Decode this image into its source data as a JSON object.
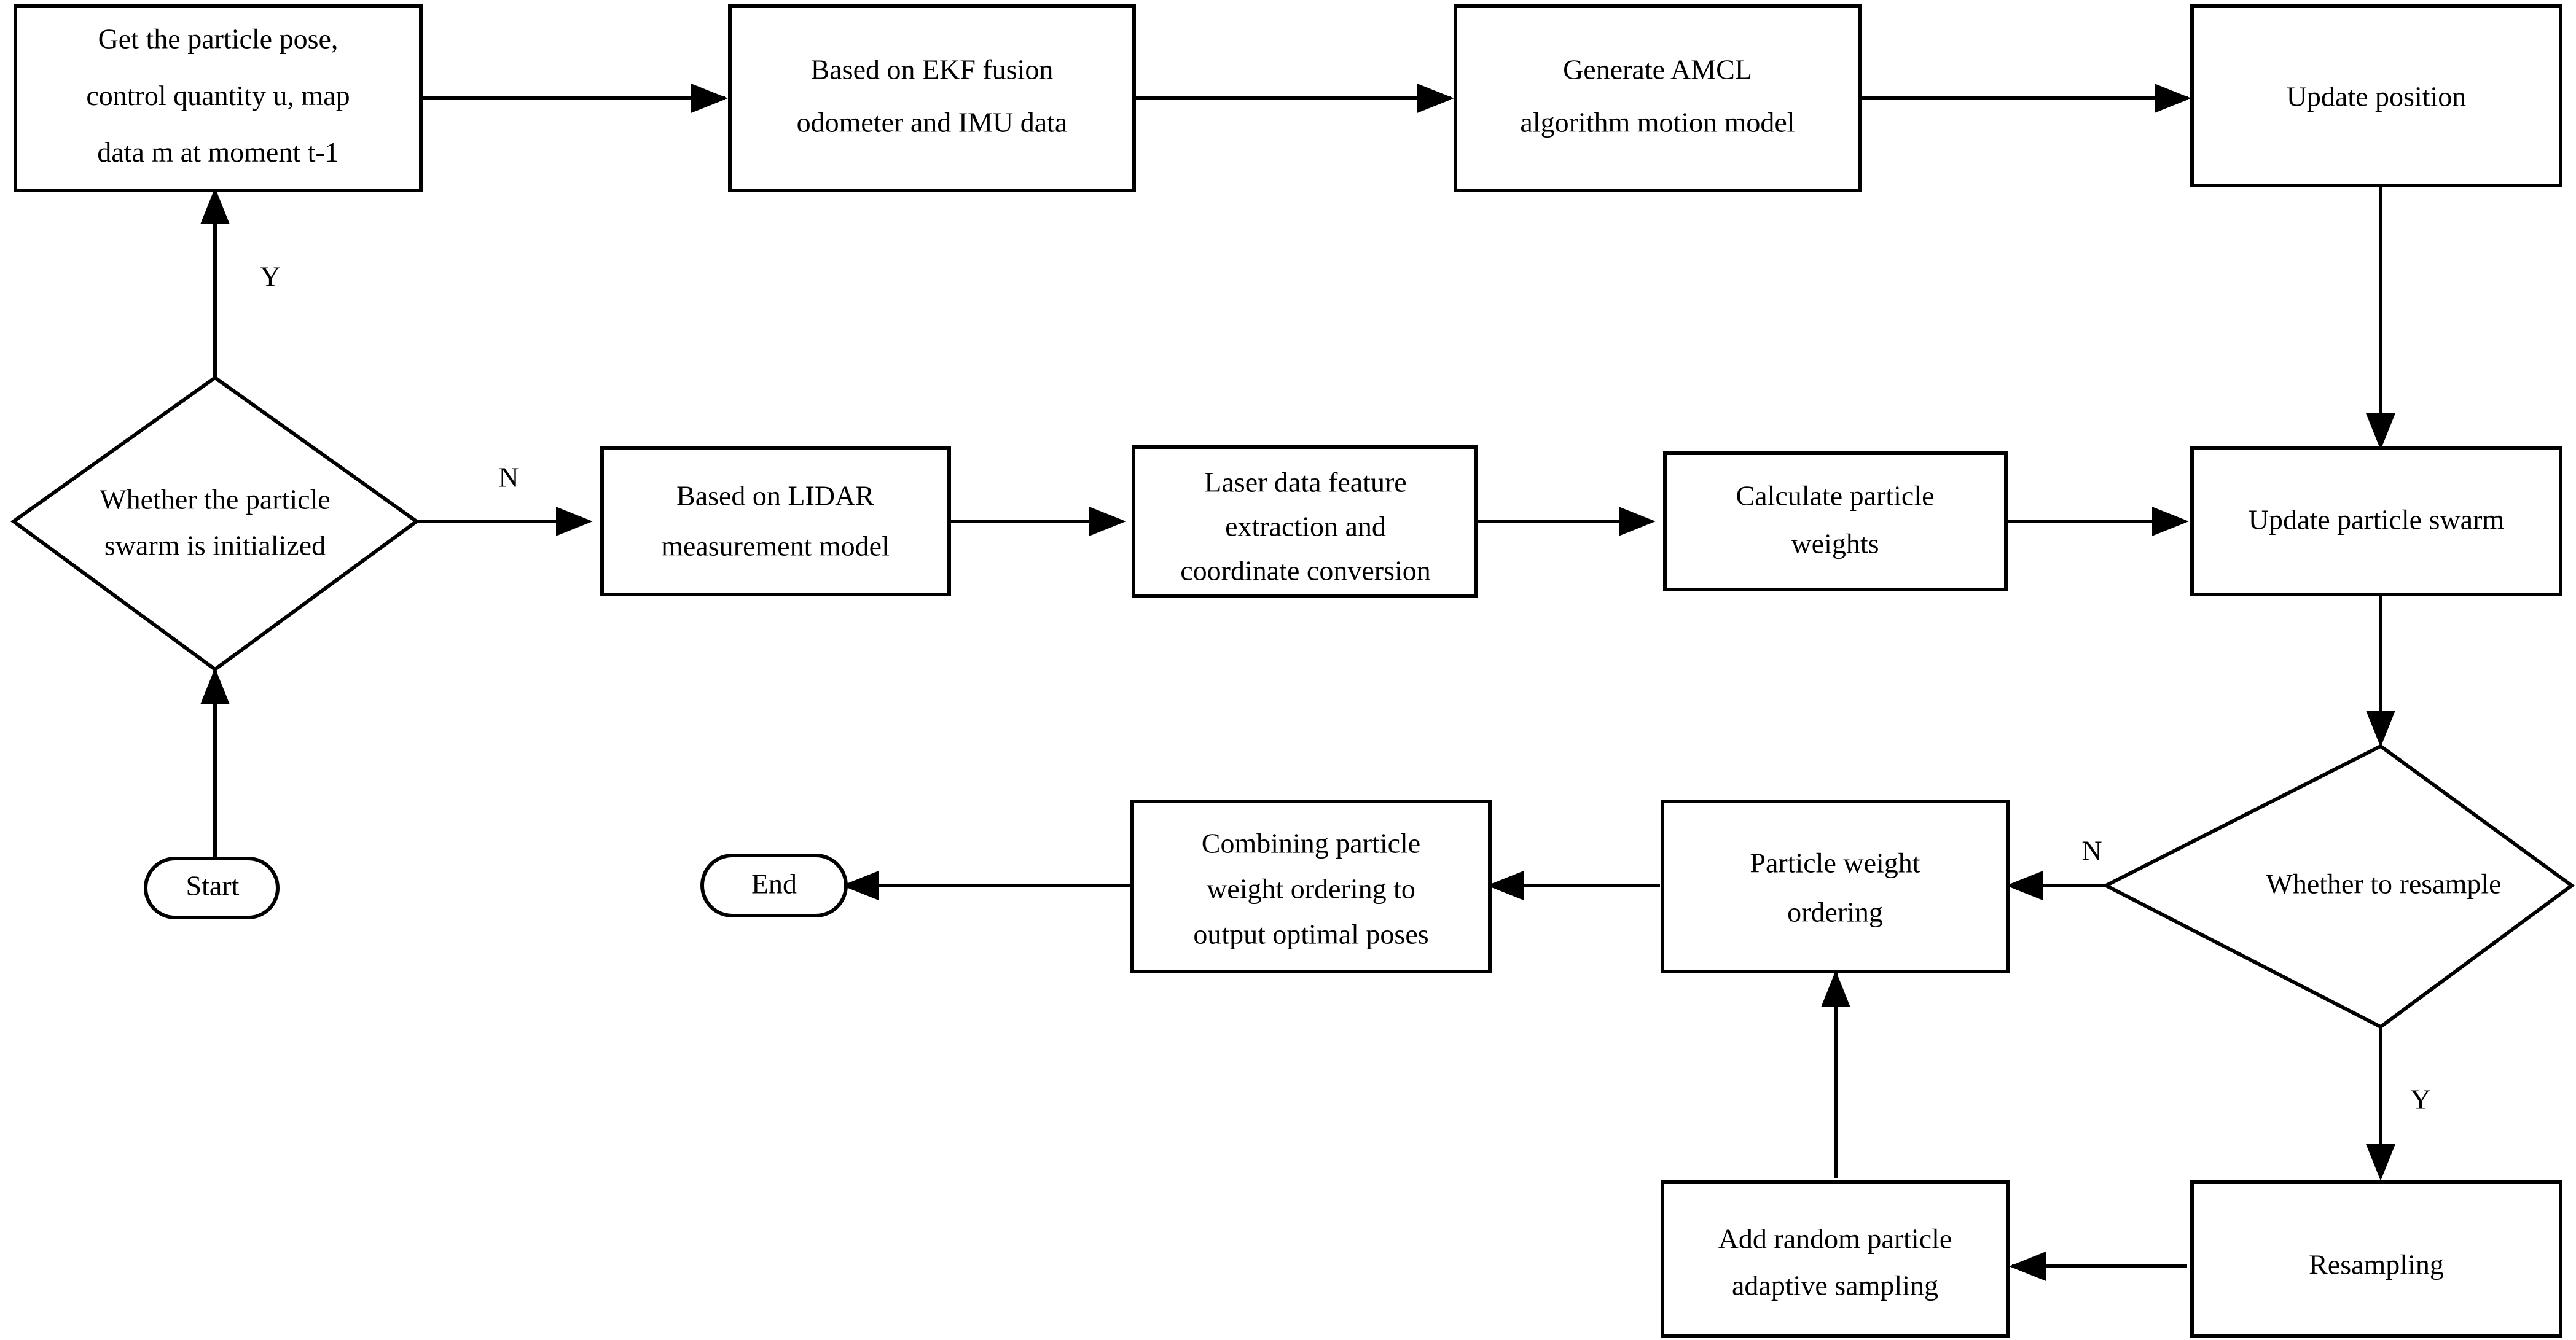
{
  "diagram": {
    "title": "AMCL particle filter localization flowchart",
    "background_color": "#ffffff",
    "stroke_color": "#000000",
    "nodes": {
      "get_particle_pose": {
        "shape": "process",
        "line1": "Get the particle pose,",
        "line2a": "control quantity ",
        "line2b": "u",
        "line2c": ", map",
        "line3a": "data ",
        "line3b": "m",
        "line3c": " at moment ",
        "line3d": "t-1"
      },
      "ekf_fusion": {
        "shape": "process",
        "line1": "Based on EKF fusion",
        "line2": "odometer and IMU data"
      },
      "amcl_motion_model": {
        "shape": "process",
        "line1": "Generate AMCL",
        "line2": "algorithm motion model"
      },
      "update_position": {
        "shape": "process",
        "line1": "Update position"
      },
      "swarm_initialized": {
        "shape": "decision",
        "line1": "Whether the particle",
        "line2": "swarm is initialized"
      },
      "lidar_model": {
        "shape": "process",
        "line1": "Based on LIDAR",
        "line2": "measurement model"
      },
      "laser_feature": {
        "shape": "process",
        "line1": "Laser data feature",
        "line2": "extraction and",
        "line3": "coordinate conversion"
      },
      "calculate_weights": {
        "shape": "process",
        "line1": "Calculate particle",
        "line2": "weights"
      },
      "update_swarm": {
        "shape": "process",
        "line1": "Update particle swarm"
      },
      "whether_resample": {
        "shape": "decision",
        "line1": "Whether to resample"
      },
      "particle_weight_ordering": {
        "shape": "process",
        "line1": "Particle weight",
        "line2": "ordering"
      },
      "combining_output": {
        "shape": "process",
        "line1": "Combining particle",
        "line2": "weight ordering to",
        "line3": "output optimal poses"
      },
      "start": {
        "shape": "terminator",
        "line1": "Start"
      },
      "end": {
        "shape": "terminator",
        "line1": "End"
      },
      "resampling": {
        "shape": "process",
        "line1": "Resampling"
      },
      "add_random_particle": {
        "shape": "process",
        "line1": "Add random particle",
        "line2": "adaptive sampling"
      }
    },
    "branch_labels": {
      "init_yes": "Y",
      "init_no": "N",
      "resample_no": "N",
      "resample_yes": "Y"
    }
  }
}
